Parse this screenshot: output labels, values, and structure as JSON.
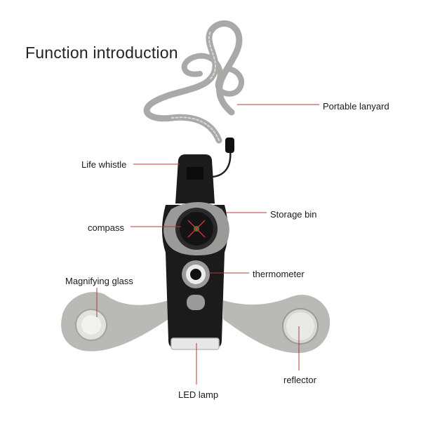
{
  "title": "Function introduction",
  "labels": {
    "portable_lanyard": "Portable lanyard",
    "life_whistle": "Life whistle",
    "storage_bin": "Storage bin",
    "compass": "compass",
    "thermometer": "thermometer",
    "magnifying_glass": "Magnifying glass",
    "reflector": "reflector",
    "led_lamp": "LED lamp"
  },
  "colors": {
    "leader_line": "#b03a3a",
    "body": "#1b1b1b",
    "grey_frame": "#9a9a98",
    "wings": "#b9b9b6",
    "lanyard": "#a9a9a7"
  }
}
